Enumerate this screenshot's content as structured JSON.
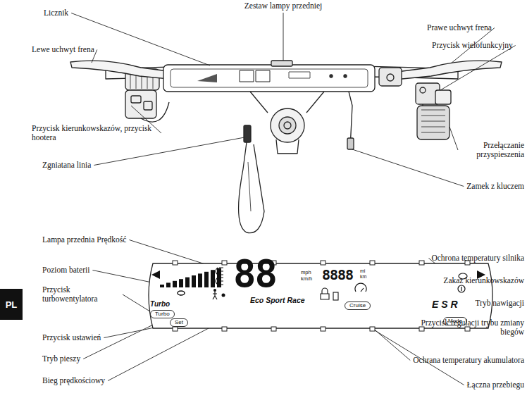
{
  "diagram": {
    "nodes": [
      {
        "text": [
          "Turbo",
          "88",
          "mph km/h",
          "Eco Sport Race",
          "8888",
          "mi km",
          "E S R"
        ]
      },
      {
        "text": [
          "Turbo"
        ],
        "in": 0
      },
      {
        "text": [
          "Set"
        ],
        "in": 0
      },
      {
        "text": [
          "Cruise"
        ],
        "in": 0
      },
      {
        "text": [
          "Mode"
        ],
        "in": 0
      },
      {
        "text": [
          "PL"
        ]
      }
    ],
    "labels": [
      "Licznik",
      "Zestaw lampy przedniej",
      "Prawe uchwyt frena",
      "Lewe uchwyt frena",
      "Przycisk wielofunkcyjny",
      "Przycisk kierunkowskazów, przycisk hootera",
      "Przełączanie przyspieszenia",
      "Zgniatana linia",
      "Zamek z kluczem",
      "Lampa przednia Prędkość",
      "Poziom baterii",
      "Przycisk turbowentylatora",
      "Przycisk ustawień",
      "Tryb pieszy",
      "Bieg prędkościowy",
      "Ochrona temperatury silnika",
      "Zakaz kierunkowskazów",
      "Tryb nawigacji",
      "Przycisk regulacji trybu zmiany biegów",
      "Ochrana temperatury akumulatora",
      "Łączna przebiegu"
    ]
  }
}
